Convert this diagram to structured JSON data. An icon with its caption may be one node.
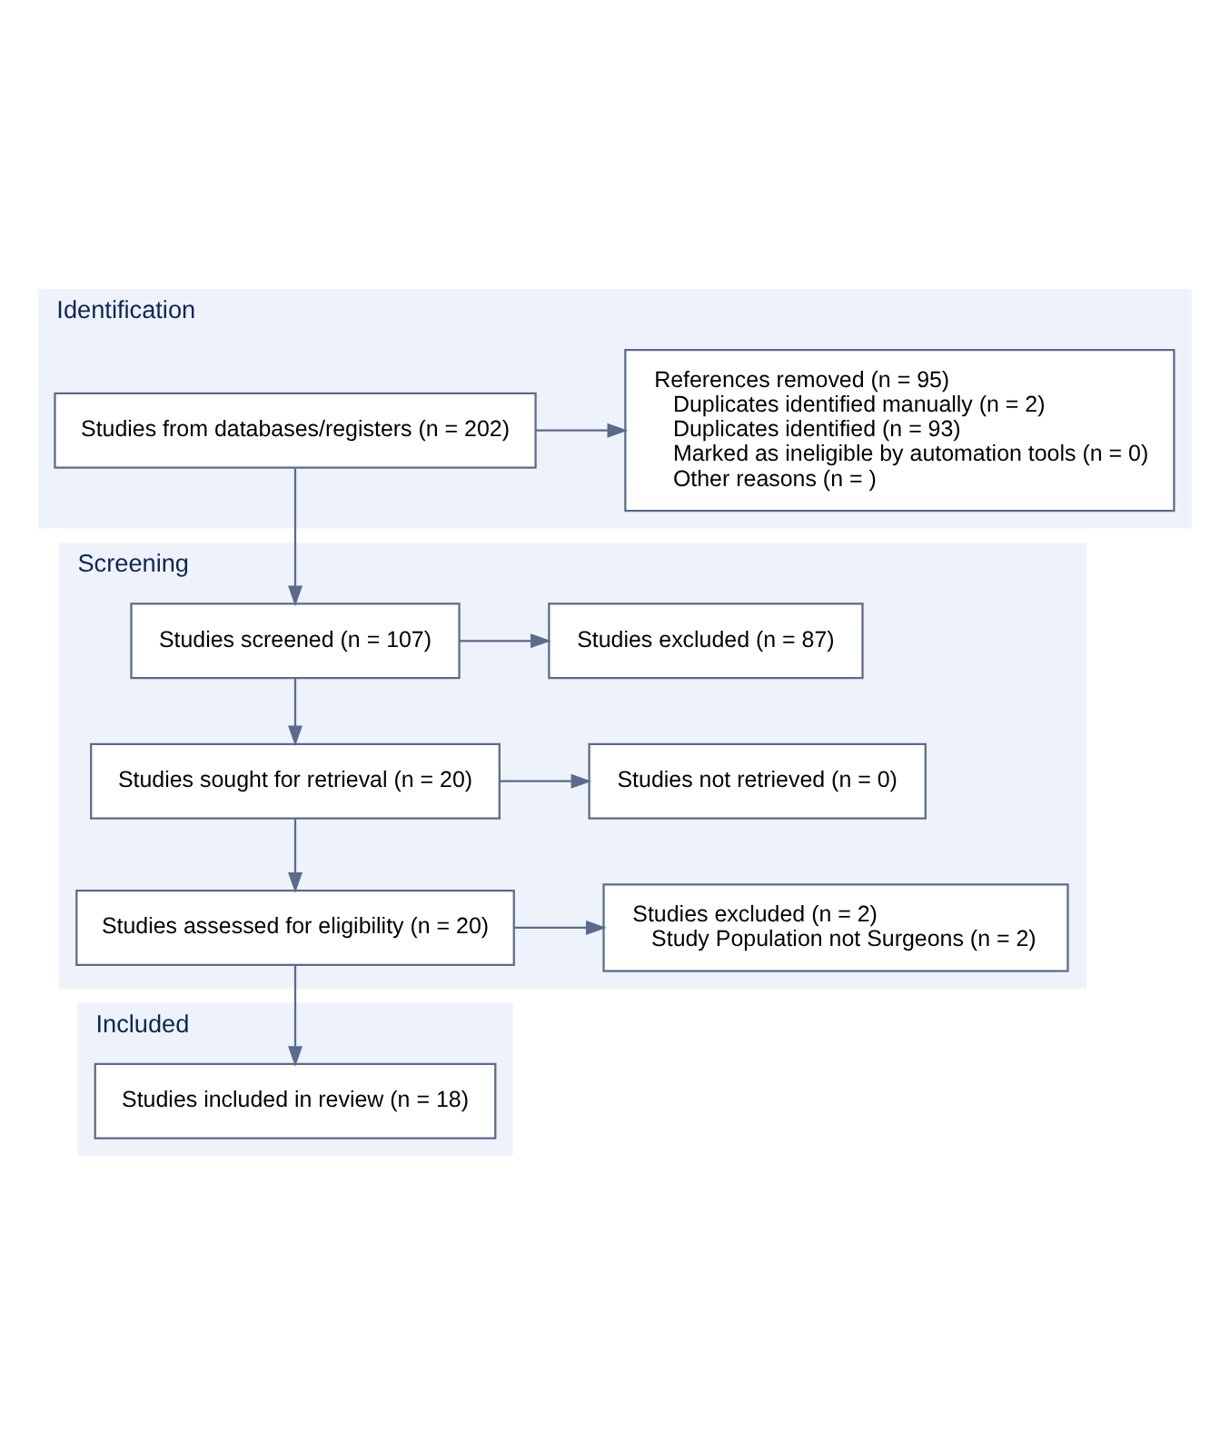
{
  "diagram": {
    "nodes": [
      {
        "text": [
          "Identification"
        ]
      },
      {
        "text": [
          "Studies from databases/registers (n = 202)"
        ],
        "in": 0
      },
      {
        "text": [
          "References removed (n = 95)",
          "Duplicates identified manually (n = 2)",
          "Duplicates identified (n = 93)",
          "Marked as ineligible by automation tools (n = 0)",
          "Other reasons (n = )"
        ],
        "in": 0
      },
      {
        "text": [
          "Screening"
        ]
      },
      {
        "text": [
          "Studies screened (n = 107)"
        ],
        "in": 3
      },
      {
        "text": [
          "Studies excluded (n = 87)"
        ],
        "in": 3
      },
      {
        "text": [
          "Studies sought for retrieval (n = 20)"
        ],
        "in": 3
      },
      {
        "text": [
          "Studies not retrieved (n = 0)"
        ],
        "in": 3
      },
      {
        "text": [
          "Studies assessed for eligibility (n = 20)"
        ],
        "in": 3
      },
      {
        "text": [
          "Studies excluded (n = 2)",
          "Study Population not Surgeons (n = 2)"
        ],
        "in": 3
      },
      {
        "text": [
          "Included"
        ]
      },
      {
        "text": [
          "Studies included in review (n = 18)"
        ],
        "in": 10
      }
    ],
    "edges": [
      {
        "from": 1,
        "to": 2,
        "arrow": "to"
      },
      {
        "from": 1,
        "to": 4,
        "arrow": "to"
      },
      {
        "from": 4,
        "to": 5,
        "arrow": "to"
      },
      {
        "from": 4,
        "to": 6,
        "arrow": "to"
      },
      {
        "from": 6,
        "to": 7,
        "arrow": "to"
      },
      {
        "from": 6,
        "to": 8,
        "arrow": "to"
      },
      {
        "from": 8,
        "to": 9,
        "arrow": "to"
      },
      {
        "from": 8,
        "to": 11,
        "arrow": "to"
      }
    ]
  }
}
